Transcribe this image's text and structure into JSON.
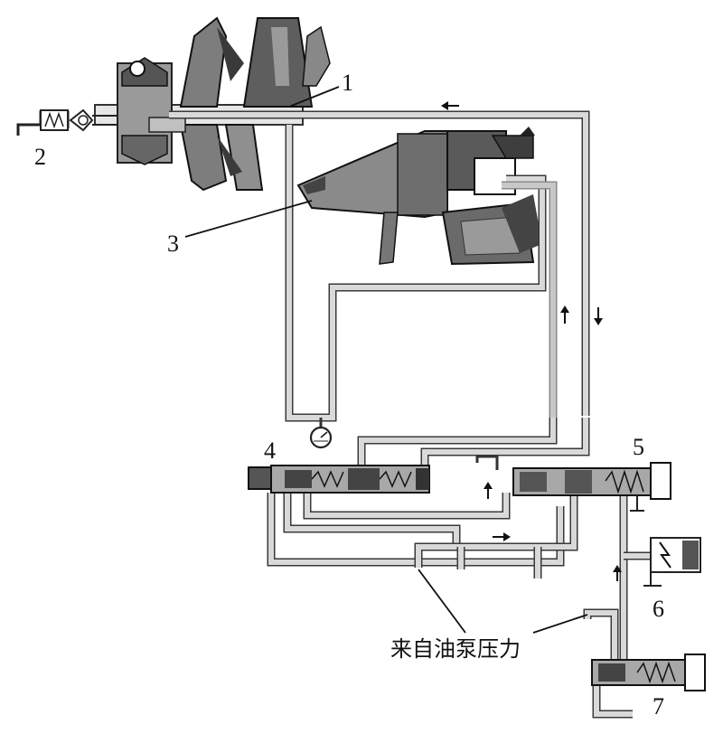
{
  "labels": {
    "n1": "1",
    "n2": "2",
    "n3": "3",
    "n4": "4",
    "n5": "5",
    "n6": "6",
    "n7": "7"
  },
  "caption": "来自油泵压力"
}
